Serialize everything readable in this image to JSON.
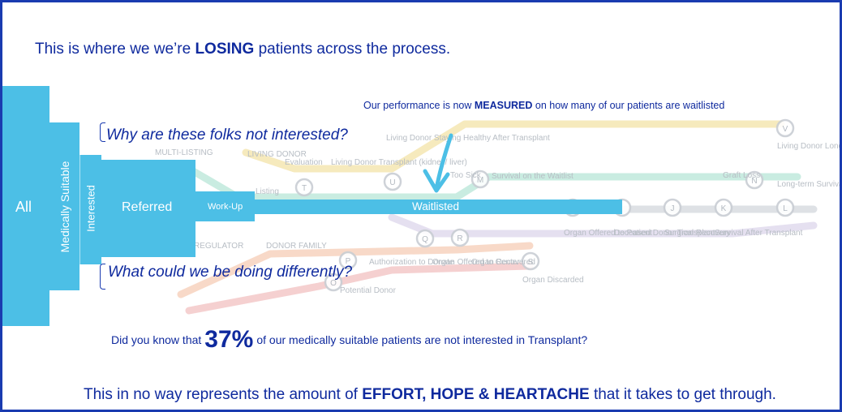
{
  "headline": {
    "pre": "This is where we we’re ",
    "bold": "LOSING",
    "post": " patients across the process."
  },
  "performance": {
    "pre": "Our performance is now ",
    "bold": "MEASURED",
    "post": " on how many of our patients are waitlisted"
  },
  "questions": {
    "top": "Why are these folks not interested?",
    "bottom": "What could we be doing differently?"
  },
  "did_you_know": {
    "pre": "Did you know that",
    "big": "37%",
    "post": "of our medically suitable patients are not interested in Transplant?"
  },
  "footer": {
    "pre": "This in no way represents the amount of ",
    "bold": "EFFORT, HOPE & HEARTACHE",
    "post": " that it takes to get through."
  },
  "funnel": {
    "all": "All",
    "medically_suitable": "Medically Suitable",
    "interested": "Interested",
    "referred": "Referred",
    "work_up": "Work-Up",
    "waitlisted": "Waitlisted"
  },
  "background_map": {
    "labels": [
      "MULTI-LISTING",
      "LIVING DONOR",
      "Evaluation",
      "Living Donor Transplant (kidney/ liver)",
      "Living Donor Staying Healthy After Transplant",
      "Too Sick",
      "Survival on the Waitlist",
      "Living Donor Long-term Experiences",
      "Graft Loss",
      "Long-term Survival",
      "Organ Offered to Patient",
      "Deceased Donor Transplant",
      "Surgical Recovery",
      "Survival After Transplant",
      "Authorization to Donate",
      "Organ Offered to Center",
      "Organ Recovered",
      "Organ Discarded",
      "Potential Donor",
      "DONOR FAMILY",
      "REGULATOR",
      "Listing"
    ],
    "stations": [
      "T",
      "U",
      "M",
      "V",
      "N",
      "J",
      "K",
      "L",
      "Q",
      "R",
      "P",
      "O",
      "S"
    ]
  },
  "colors": {
    "funnel": "#4cbfe6",
    "text": "#0f2a9e",
    "border": "#1a3bb0",
    "line_yellow": "#f4e3a8",
    "line_green": "#b8e6d7",
    "line_grey": "#d4d8dd",
    "line_orange": "#f6cdb6",
    "line_purple": "#ddd6ec"
  }
}
